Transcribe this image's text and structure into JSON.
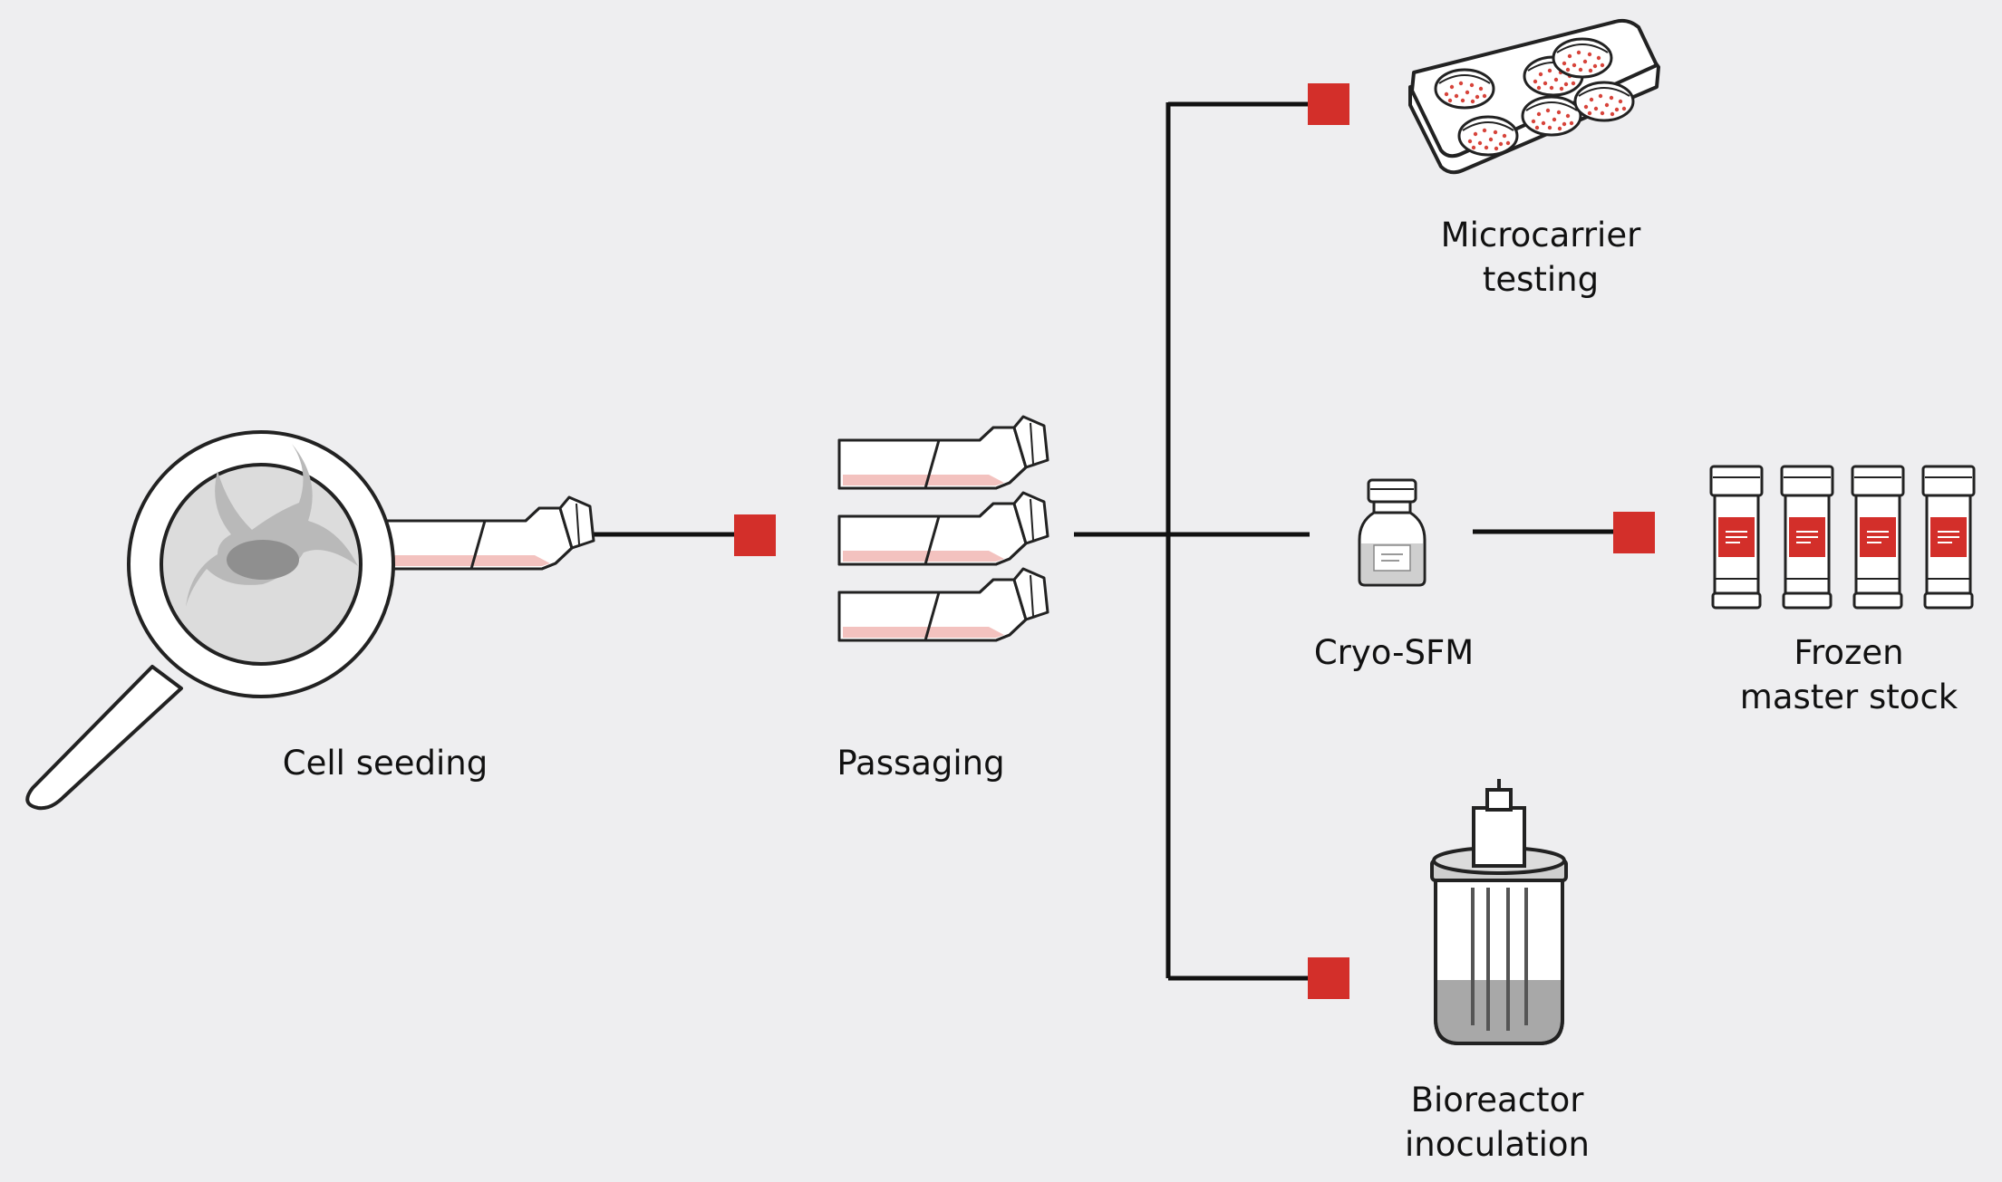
{
  "colors": {
    "background": "#eeeef0",
    "connector": "#111111",
    "node_marker": "#d32f2a",
    "media_fill": "#f3c2bf",
    "cell_gray": "#b9b9b9",
    "nucleus_gray": "#8f8f8f",
    "dot_red": "#d7443b"
  },
  "icons": {
    "cell_seeding": "magnifier-cell-flask-icon",
    "passaging": "three-flasks-icon",
    "microcarrier": "six-well-plate-icon",
    "cryo": "cryo-bottle-icon",
    "frozen": "cryovial-set-icon",
    "bioreactor": "bioreactor-vessel-icon"
  },
  "steps": {
    "cell_seeding": {
      "lines": [
        "Cell seeding"
      ]
    },
    "passaging": {
      "lines": [
        "Passaging"
      ]
    },
    "microcarrier": {
      "lines": [
        "Microcarrier",
        "testing"
      ]
    },
    "cryo": {
      "lines": [
        "Cryo-SFM"
      ]
    },
    "frozen": {
      "lines": [
        "Frozen",
        "master stock"
      ]
    },
    "bioreactor": {
      "lines": [
        "Bioreactor",
        "inoculation"
      ]
    }
  }
}
